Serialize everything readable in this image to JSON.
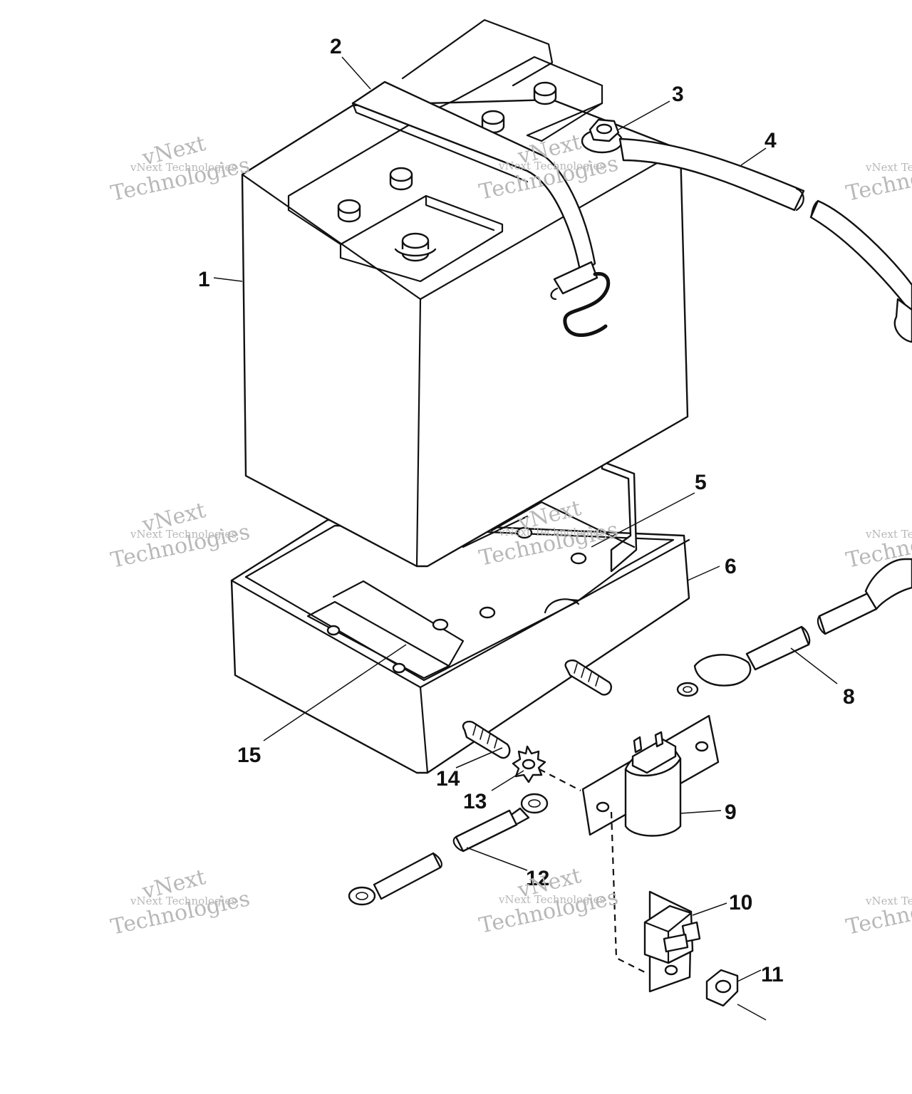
{
  "callouts": [
    {
      "id": "1",
      "label": "1"
    },
    {
      "id": "2",
      "label": "2"
    },
    {
      "id": "3",
      "label": "3"
    },
    {
      "id": "4",
      "label": "4"
    },
    {
      "id": "5",
      "label": "5"
    },
    {
      "id": "6",
      "label": "6"
    },
    {
      "id": "8",
      "label": "8"
    },
    {
      "id": "9",
      "label": "9"
    },
    {
      "id": "10",
      "label": "10"
    },
    {
      "id": "11",
      "label": "11"
    },
    {
      "id": "12",
      "label": "12"
    },
    {
      "id": "13",
      "label": "13"
    },
    {
      "id": "14",
      "label": "14"
    },
    {
      "id": "15",
      "label": "15"
    }
  ],
  "watermark": {
    "line1": "vNext Technologies",
    "line2": "vNext",
    "line3": "Technologies"
  },
  "colors": {
    "ink": "#111111",
    "watermark": "#b8b8b8",
    "background": "#ffffff"
  }
}
